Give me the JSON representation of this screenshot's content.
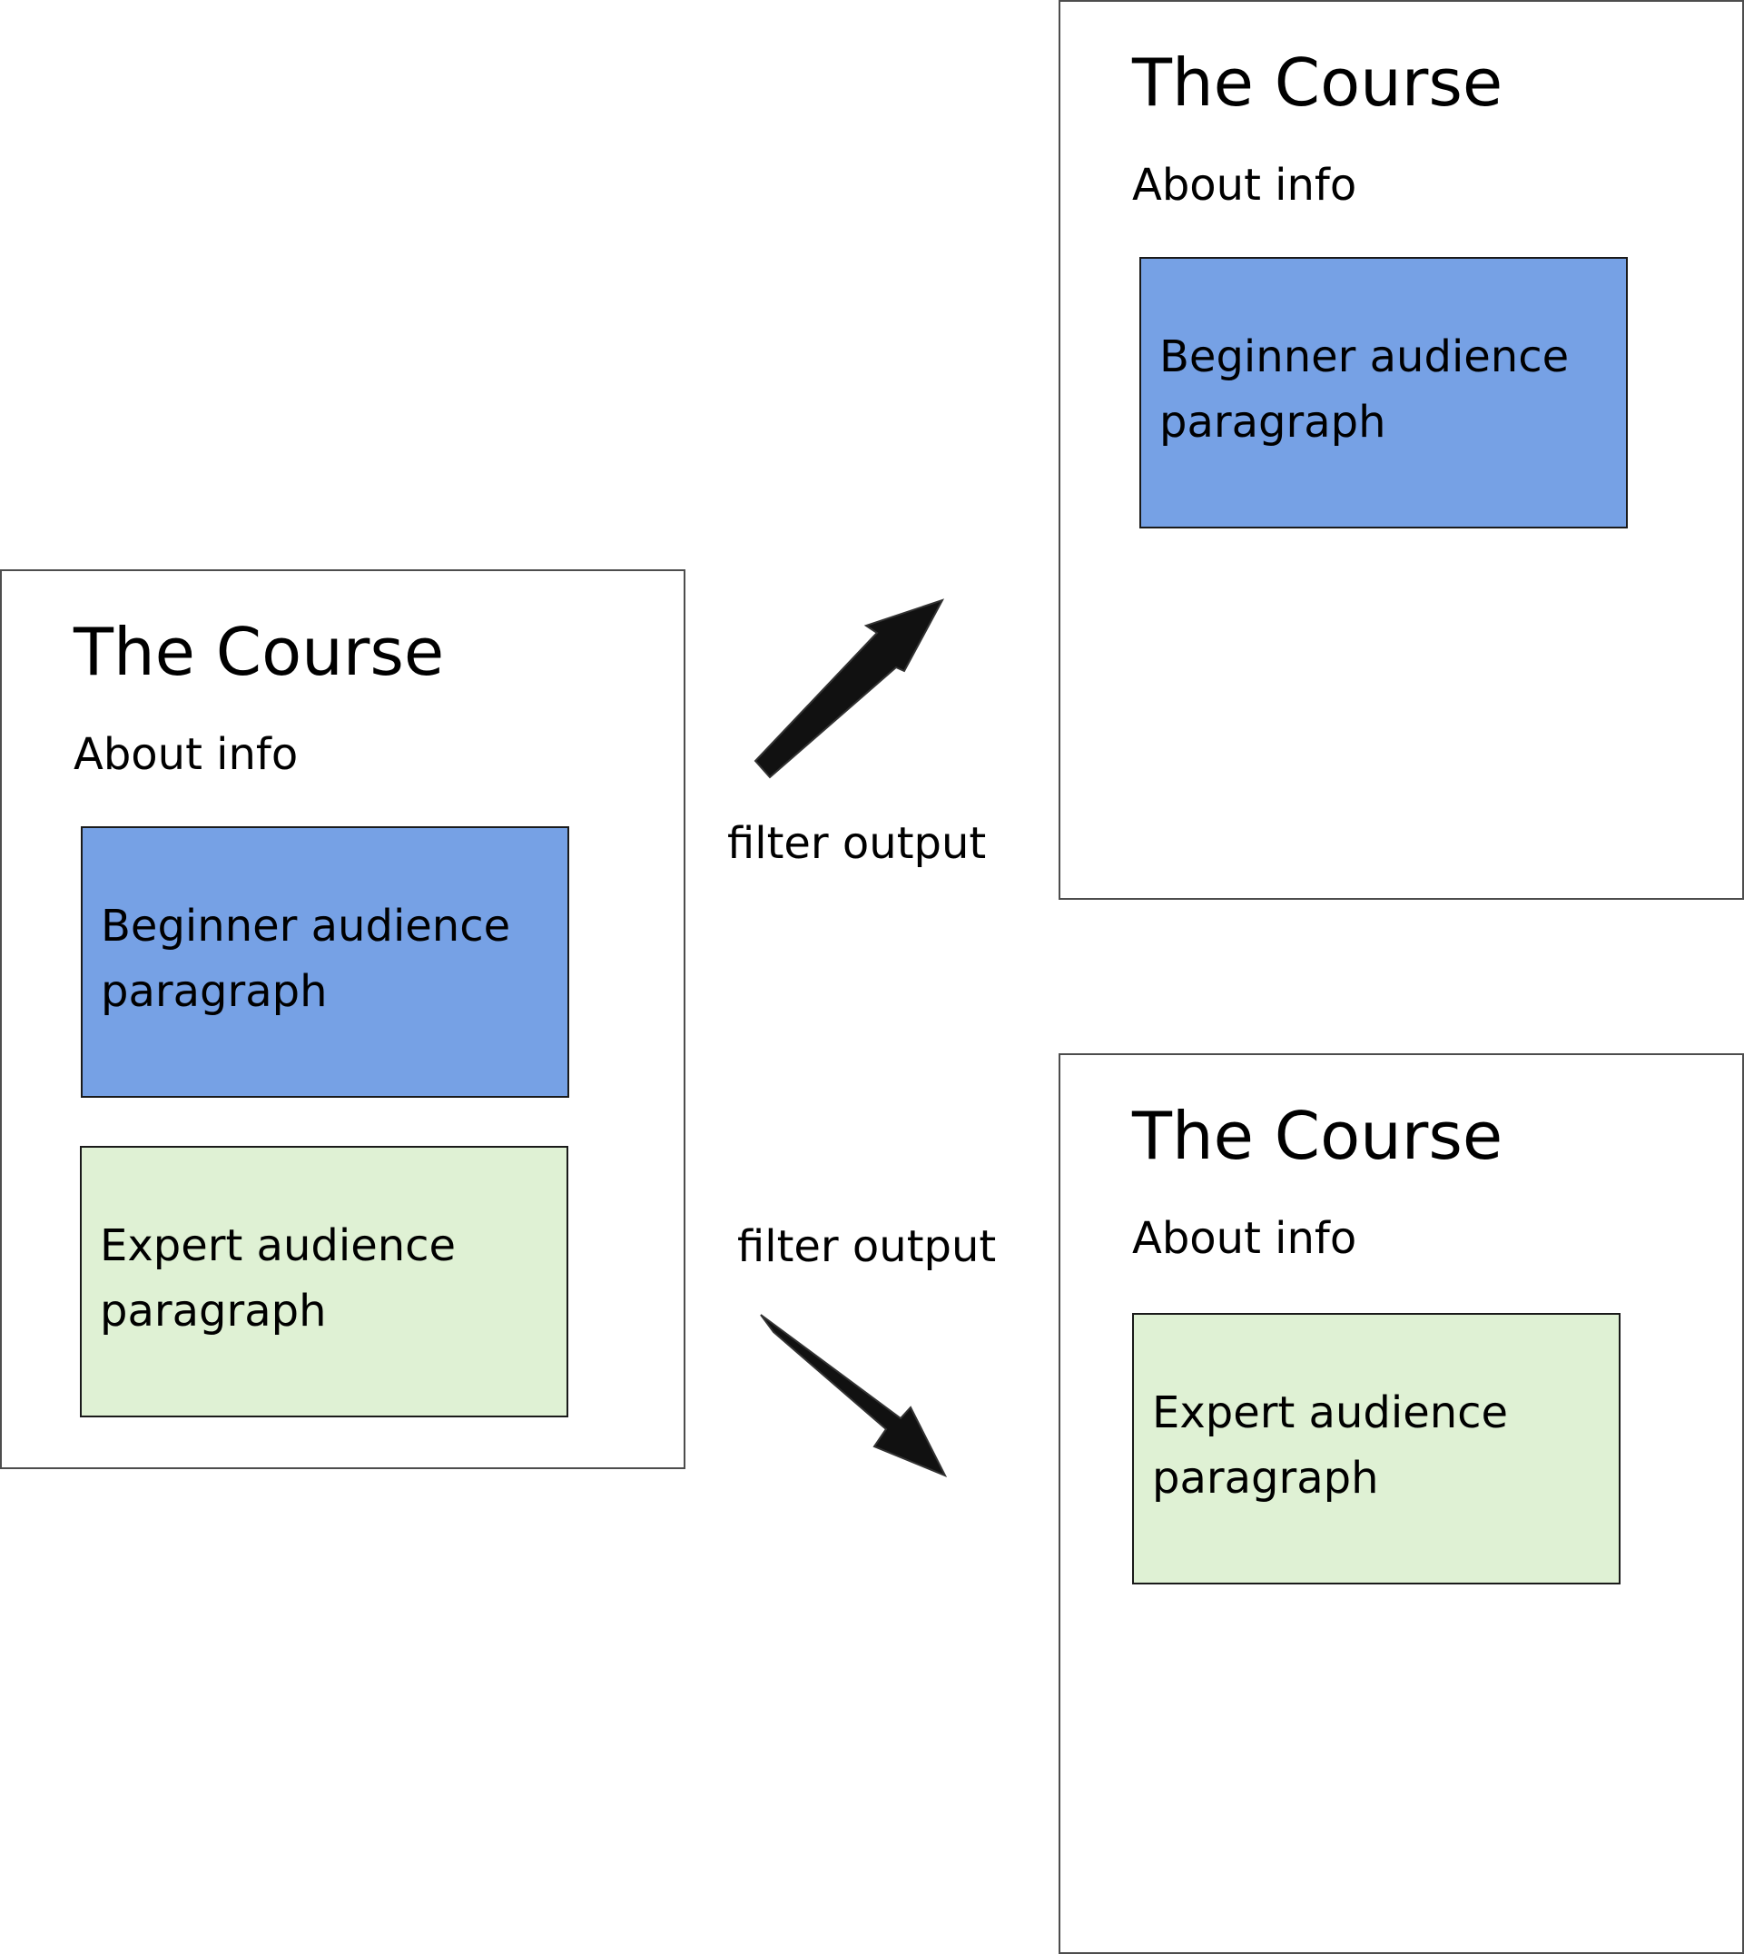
{
  "colors": {
    "beginner_fill": "#76a1e5",
    "expert_fill": "#dff1d4",
    "frame_border": "#4d4d4d",
    "arrow_fill": "#111111"
  },
  "source_page": {
    "title": "The Course",
    "about": "About info",
    "beginner_text": "Beginner audience paragraph",
    "expert_text": "Expert audience paragraph"
  },
  "beginner_output": {
    "title": "The Course",
    "about": "About info",
    "beginner_text": "Beginner audience paragraph"
  },
  "expert_output": {
    "title": "The Course",
    "about": "About info",
    "expert_text": "Expert audience paragraph"
  },
  "arrows": {
    "upper_label": "filter output",
    "lower_label": "filter output"
  }
}
